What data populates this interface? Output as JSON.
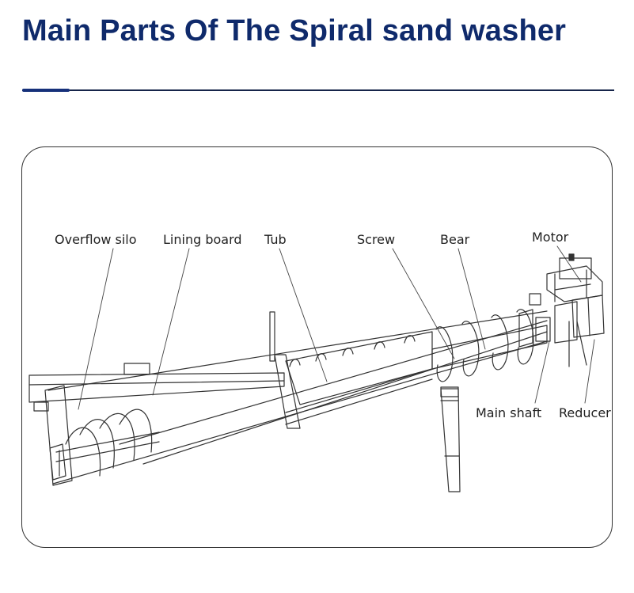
{
  "header": {
    "title": "Main Parts Of The Spiral sand washer",
    "accent_color": "#16307a",
    "title_color": "#0f2a6b"
  },
  "diagram": {
    "labels": {
      "overflow_silo": "Overflow silo",
      "lining_board": "Lining board",
      "tub": "Tub",
      "screw": "Screw",
      "bear": "Bear",
      "motor": "Motor",
      "main_shaft": "Main shaft",
      "reducer": "Reducer"
    }
  }
}
